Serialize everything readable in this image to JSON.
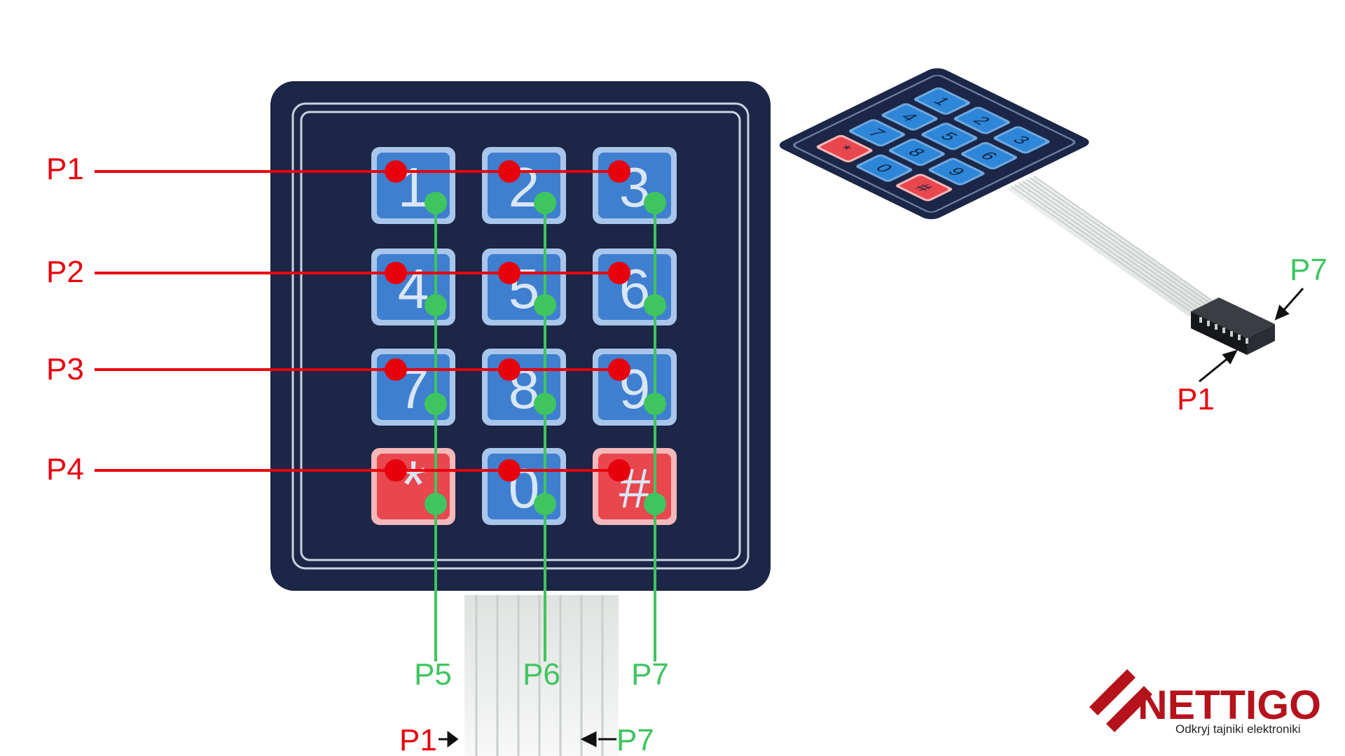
{
  "colors": {
    "row": "#e8000d",
    "col": "#3ec55f",
    "panel": "#1c2646",
    "panel_border": "#c9d3e3",
    "key_blue": "#3f7fcf",
    "key_blue_rim": "#a9c6ea",
    "key_red": "#e8474e",
    "key_red_rim": "#f4b8bb",
    "arrow": "#111111",
    "ribbon": "#edf0ee",
    "brand": "#b5121b"
  },
  "keys": [
    "1",
    "2",
    "3",
    "4",
    "5",
    "6",
    "7",
    "8",
    "9",
    "*",
    "0",
    "#"
  ],
  "red_keys": [
    "*",
    "#"
  ],
  "row_labels": [
    "P1",
    "P2",
    "P3",
    "P4"
  ],
  "col_labels": [
    "P5",
    "P6",
    "P7"
  ],
  "ribbon_labels": {
    "left": "P1",
    "right": "P7"
  },
  "small_keys": [
    "1",
    "2",
    "3",
    "4",
    "5",
    "6",
    "7",
    "8",
    "9",
    "*",
    "0",
    "#"
  ],
  "connector_labels": {
    "top": "P7",
    "bottom": "P1"
  },
  "logo": {
    "name": "NETTIGO",
    "tagline": "Odkryj tajniki elektroniki"
  }
}
